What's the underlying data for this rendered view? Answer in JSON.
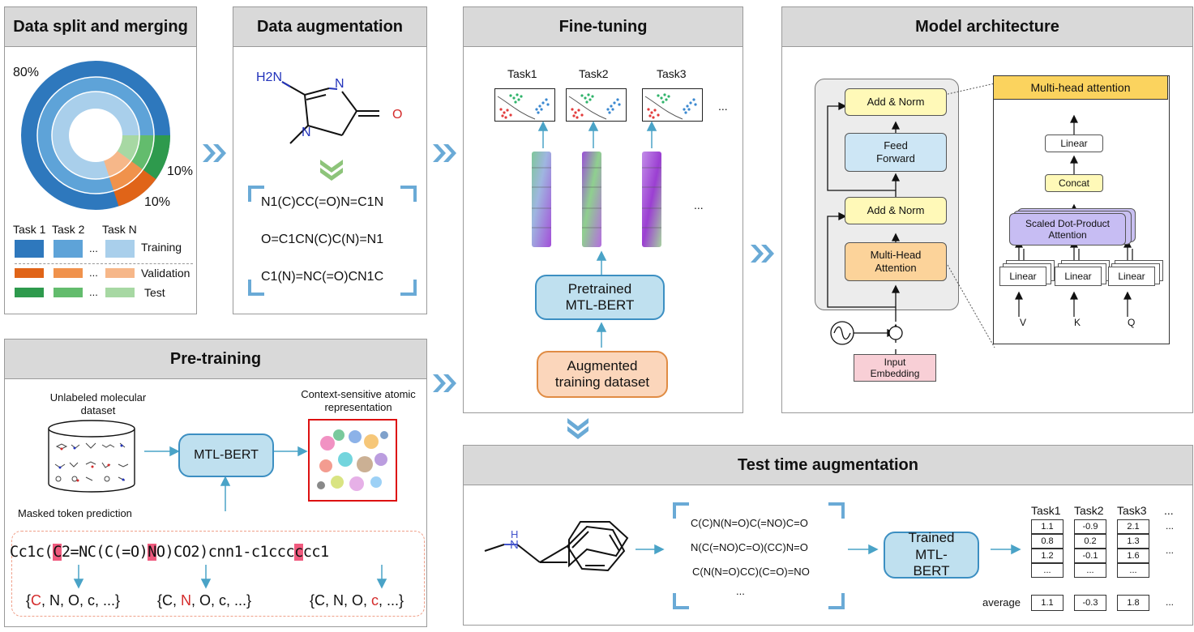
{
  "panels": {
    "split": {
      "title": "Data split and merging"
    },
    "augment": {
      "title": "Data augmentation"
    },
    "finetune": {
      "title": "Fine-tuning"
    },
    "arch": {
      "title": "Model architecture"
    },
    "pretrain": {
      "title": "Pre-training"
    },
    "tta": {
      "title": "Test time augmentation"
    }
  },
  "split": {
    "pct_80": "80%",
    "pct_10a": "10%",
    "pct_10b": "10%",
    "task1": "Task 1",
    "task2": "Task 2",
    "taskN": "Task N",
    "dots": "...",
    "training": "Training",
    "validation": "Validation",
    "test": "Test",
    "colors": {
      "training_dark": "#2e78bd",
      "training_mid": "#5ea3d8",
      "training_light": "#a9cfeb",
      "val_dark": "#e06418",
      "val_mid": "#f0924c",
      "val_light": "#f6b789",
      "test_dark": "#2e9a4d",
      "test_mid": "#63bc6d",
      "test_light": "#a7d8a3"
    }
  },
  "augment": {
    "mol_h2n": "H2N",
    "mol_n1": "N",
    "mol_n2": "N",
    "mol_o": "O",
    "smiles": [
      "N1(C)CC(=O)N=C1N",
      "O=C1CN(C)C(N)=N1",
      "C1(N)=NC(=O)CN1C"
    ]
  },
  "finetune": {
    "tasks": [
      "Task1",
      "Task2",
      "Task3"
    ],
    "dots": "...",
    "pretrained": "Pretrained MTL-BERT",
    "augmented": "Augmented training dataset"
  },
  "arch": {
    "add_norm": "Add & Norm",
    "feed_forward": "Feed Forward",
    "mha": "Multi-Head Attention",
    "input_embedding": "Input Embedding",
    "mha_title": "Multi-head attention",
    "linear": "Linear",
    "concat": "Concat",
    "sdpa": "Scaled Dot-Product Attention",
    "v": "V",
    "k": "K",
    "q": "Q",
    "plus": "+"
  },
  "pretrain": {
    "unlabeled": "Unlabeled molecular dataset",
    "mtlbert": "MTL-BERT",
    "context": "Context-sensitive atomic representation",
    "masked": "Masked token prediction",
    "seq": {
      "p1": "Cc1c(",
      "m1": "C",
      "p2": "2=NC(C(=O)",
      "m2": "N",
      "p3": "O)CO2)cnn1-c1ccc",
      "m3": "c",
      "p4": "cc1"
    },
    "opt1": {
      "a": "{",
      "r": "C",
      "b": ", N, O, c, ...}"
    },
    "opt2": {
      "a": "{C, ",
      "r": "N",
      "b": ", O, c, ...}"
    },
    "opt3": {
      "a": "{C, N, O, ",
      "r": "c",
      "b": ", ...}"
    }
  },
  "tta": {
    "mol_h": "H",
    "mol_n": "N",
    "smiles": [
      "C(C)N(N=O)C(=NO)C=O",
      "N(C(=NO)C=O)(CC)N=O",
      "C(N(N=O)CC)(C=O)=NO",
      "..."
    ],
    "trained": "Trained MTL-BERT",
    "tasks": [
      "Task1",
      "Task2",
      "Task3",
      "..."
    ],
    "rows": [
      [
        "1.1",
        "-0.9",
        "2.1"
      ],
      [
        "0.8",
        "0.2",
        "1.3"
      ],
      [
        "1.2",
        "-0.1",
        "1.6"
      ],
      [
        "...",
        "...",
        "..."
      ]
    ],
    "row_dots": [
      "...",
      "..."
    ],
    "average_label": "average",
    "average": [
      "1.1",
      "-0.3",
      "1.8"
    ],
    "avg_dots": "..."
  }
}
